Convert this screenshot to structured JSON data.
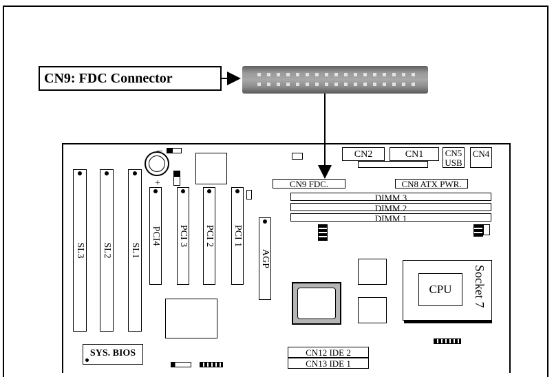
{
  "callout": {
    "text": "CN9:  FDC Connector"
  },
  "board": {
    "isa_slots": [
      "SL3",
      "SL2",
      "SL1"
    ],
    "pci_slots": [
      "PCI4",
      "PCI 3",
      "PCI 2",
      "PCI 1"
    ],
    "agp": "AGP",
    "dimms": [
      "DIMM 3",
      "DIMM 2",
      "DIMM 1"
    ],
    "connectors": {
      "cn2": "CN2",
      "cn1": "CN1",
      "cn5": "CN5",
      "usb": "USB",
      "cn4": "CN4",
      "cn9": "CN9 FDC.",
      "cn8": "CN8 ATX PWR.",
      "cn12": "CN12  IDE 2",
      "cn13": "CN13  IDE 1"
    },
    "cpu": "CPU",
    "socket": "Socket 7",
    "bios": "SYS. BIOS",
    "battery_minus": "_",
    "battery_plus": "+"
  }
}
